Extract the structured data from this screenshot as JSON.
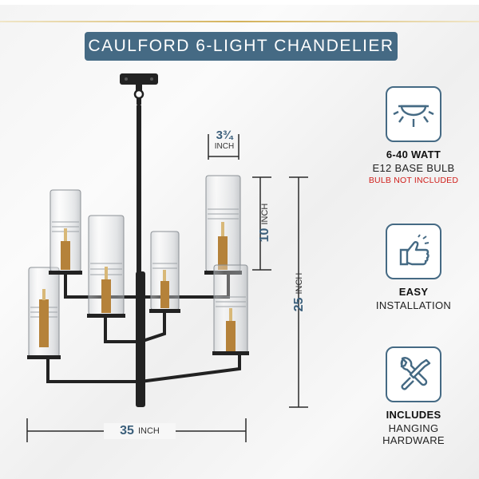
{
  "title": "CAULFORD 6-LIGHT CHANDELIER",
  "dimensions": {
    "shade_width": {
      "value": "3¾",
      "unit": "INCH"
    },
    "shade_height": {
      "value": "10",
      "unit": "INCH"
    },
    "total_height": {
      "value": "25",
      "unit": "INCH"
    },
    "total_width": {
      "value": "35",
      "unit": "INCH"
    }
  },
  "features": [
    {
      "icon": "ceiling-light-icon",
      "bold": "6-40 WATT",
      "line2": "E12 BASE BULB",
      "note": "BULB NOT INCLUDED"
    },
    {
      "icon": "thumbs-up-hand-icon",
      "bold": "EASY",
      "line2": "INSTALLATION"
    },
    {
      "icon": "wrench-screwdriver-icon",
      "bold": "INCLUDES",
      "line2": "HANGING HARDWARE"
    }
  ],
  "colors": {
    "accent": "#456a84",
    "note_red": "#d0201c",
    "brass": "#b5823a",
    "frame": "#222222"
  }
}
